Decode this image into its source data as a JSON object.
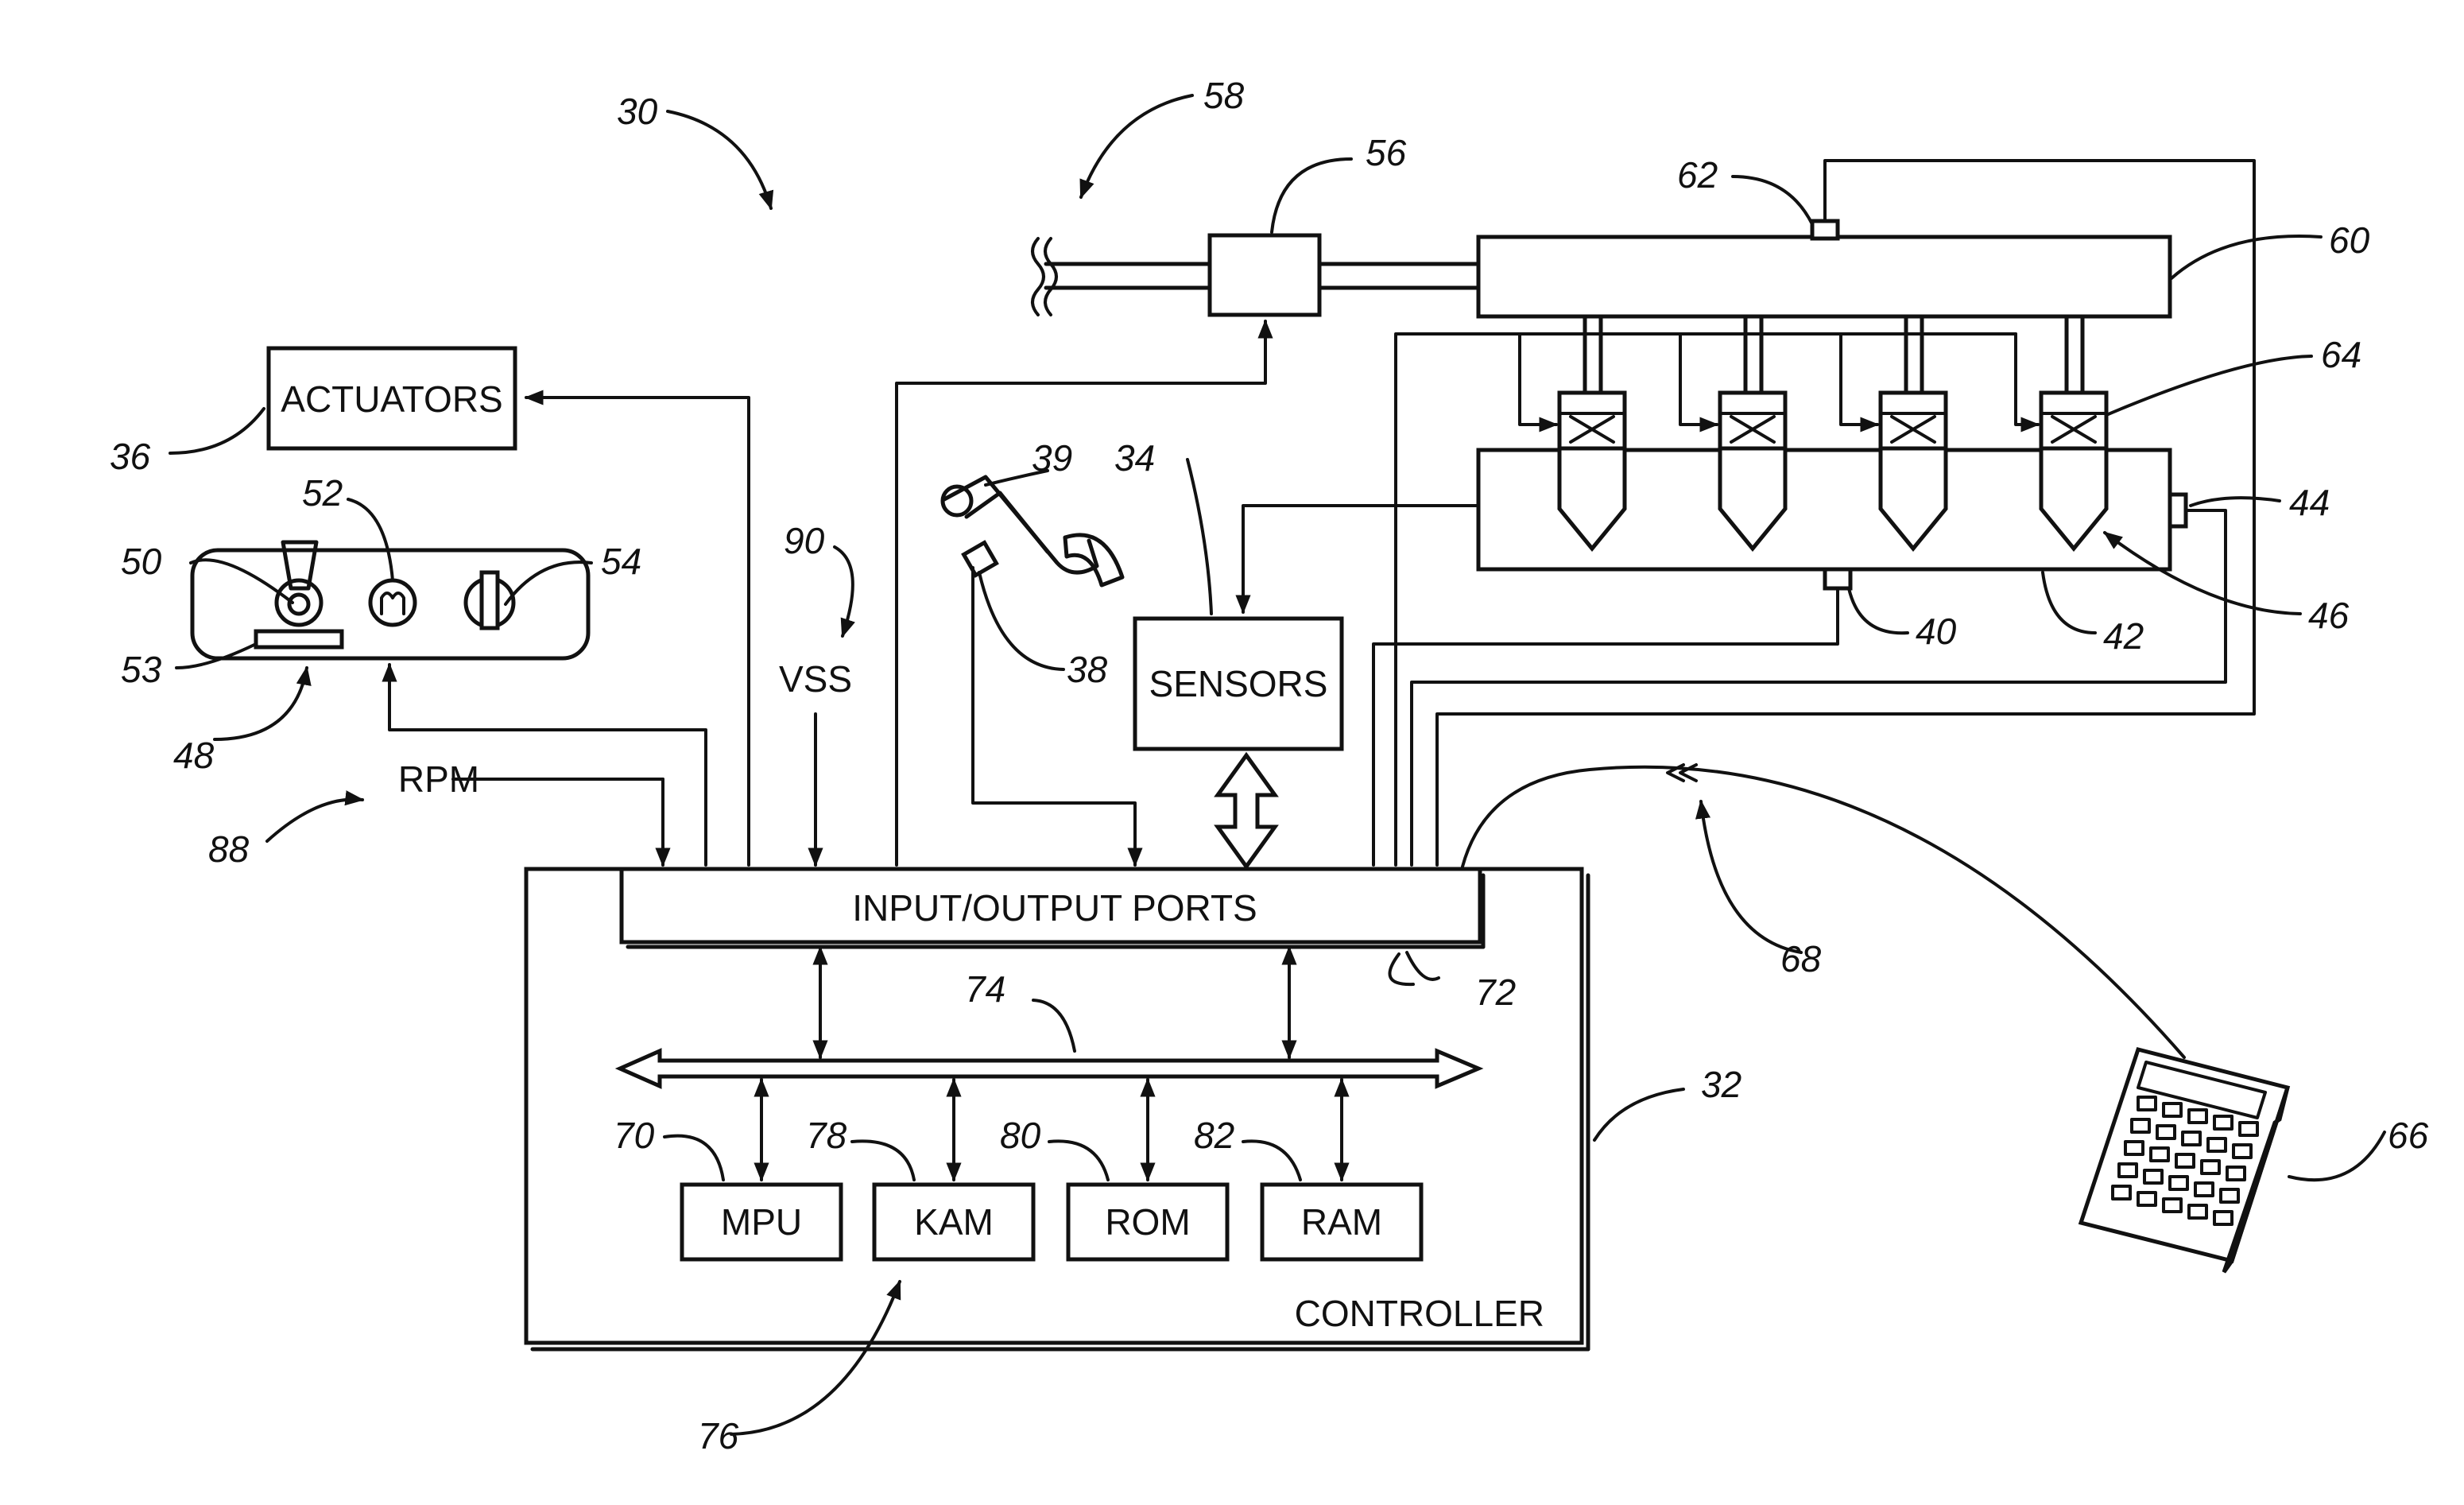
{
  "labels": {
    "actuators": "ACTUATORS",
    "sensors": "SENSORS",
    "io_ports": "INPUT/OUTPUT PORTS",
    "controller": "CONTROLLER",
    "mpu": "MPU",
    "kam": "KAM",
    "rom": "ROM",
    "ram": "RAM",
    "rpm": "RPM",
    "vss": "VSS"
  },
  "refs": {
    "r30": "30",
    "r32": "32",
    "r34": "34",
    "r36": "36",
    "r38": "38",
    "r39": "39",
    "r40": "40",
    "r42": "42",
    "r44": "44",
    "r46": "46",
    "r48": "48",
    "r50": "50",
    "r52": "52",
    "r53": "53",
    "r54": "54",
    "r56": "56",
    "r58": "58",
    "r60": "60",
    "r62": "62",
    "r64": "64",
    "r66": "66",
    "r68": "68",
    "r70": "70",
    "r72": "72",
    "r74": "74",
    "r76": "76",
    "r78": "78",
    "r80": "80",
    "r82": "82",
    "r88": "88",
    "r90": "90"
  }
}
